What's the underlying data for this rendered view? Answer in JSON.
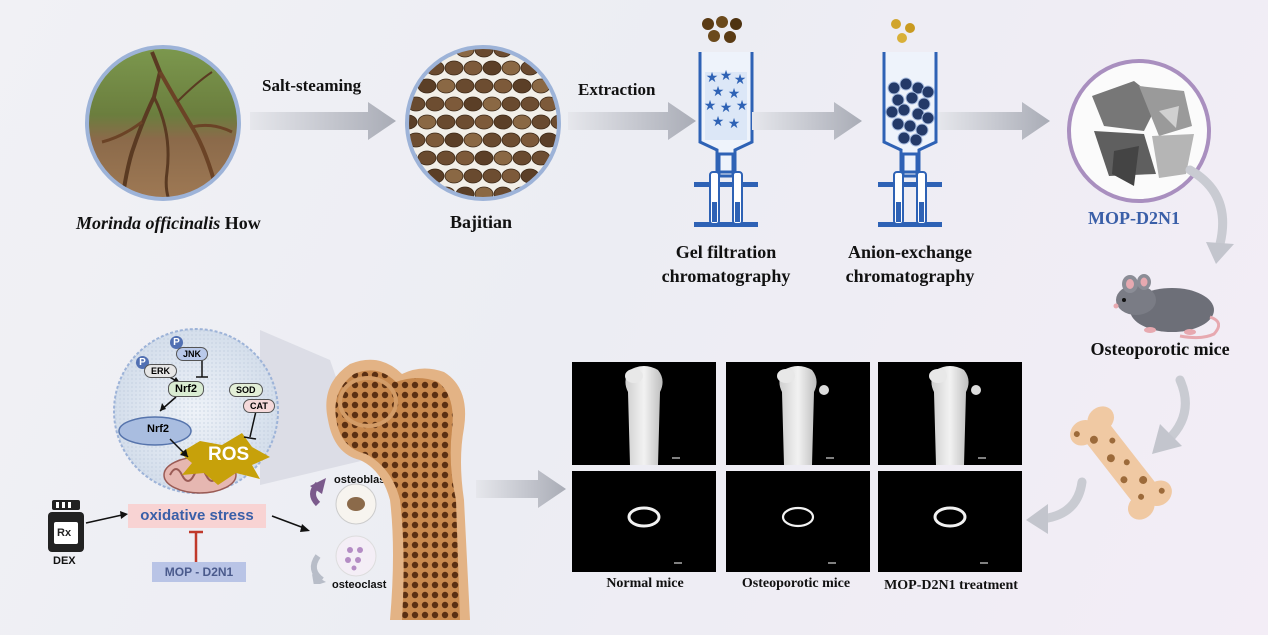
{
  "top_labels": {
    "plant": "Morinda officinalis",
    "plant_suffix": " How",
    "step1": "Salt-steaming",
    "bajitian": "Bajitian",
    "step2": "Extraction",
    "gel_line1": "Gel filtration",
    "gel_line2": "chromatography",
    "anion_line1": "Anion-exchange",
    "anion_line2": "chromatography",
    "product": "MOP-D2N1",
    "mice": "Osteoporotic mice"
  },
  "pathway": {
    "p1": "P",
    "p2": "P",
    "jnk": "JNK",
    "erk": "ERK",
    "nrf2_top": "Nrf2",
    "nrf2_nuc": "Nrf2",
    "sod": "SOD",
    "cat": "CAT",
    "ros": "ROS",
    "stress": "oxidative stress",
    "dex": "DEX",
    "rx": "Rx",
    "inhibitor": "MOP - D2N1",
    "osteoblast": "osteoblast",
    "osteoclast": "osteoclast"
  },
  "micro_ct": {
    "groups": [
      "Normal mice",
      "Osteoporotic mice",
      "MOP-D2N1 treatment"
    ]
  },
  "colors": {
    "product_text": "#3a5fa8",
    "stress_bg": "#f8d3d3",
    "inhibitor_bg": "#b9c4e6",
    "inhibitor_line": "#c0392b",
    "ros": "#c7a10a",
    "column_blue": "#2e62b5"
  }
}
